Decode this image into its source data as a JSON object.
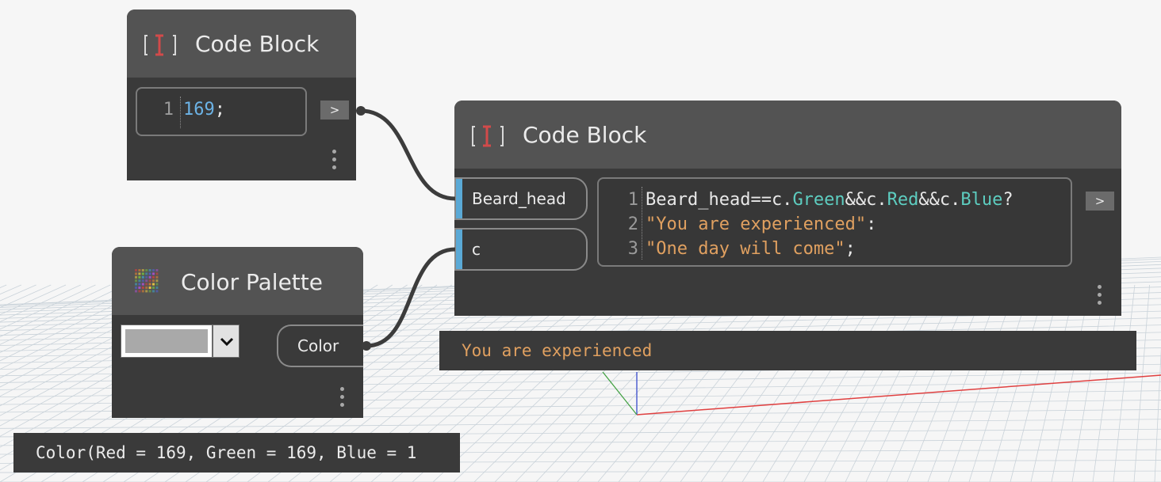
{
  "code_block_top": {
    "title": "Code Block",
    "icon": "code-block-icon",
    "line_number": "1",
    "code_number": "169",
    "code_end": ";",
    "output_label": ">"
  },
  "code_block_main": {
    "title": "Code Block",
    "icon": "code-block-icon",
    "inputs": [
      "Beard_head",
      "c"
    ],
    "lines": [
      {
        "n": "1",
        "parts": [
          "Beard_head==c.",
          "Green",
          "&&c.",
          "Red",
          "&&c.",
          "Blue",
          "?"
        ]
      },
      {
        "n": "2",
        "parts": [
          "\"You are experienced\"",
          ":"
        ]
      },
      {
        "n": "3",
        "parts": [
          "\"One day will come\"",
          ";"
        ]
      }
    ],
    "output_label": ">",
    "preview": "You are experienced"
  },
  "color_palette": {
    "title": "Color Palette",
    "icon": "color-palette-icon",
    "selected_color": "#a9a9a9",
    "output_port": "Color",
    "preview": "Color(Red = 169, Green = 169, Blue = 1"
  },
  "colors": {
    "node_body": "#3a3a3a",
    "node_header": "#535353",
    "number": "#6cb3e6",
    "string": "#e0a060",
    "property": "#5dcdc0",
    "port_accent": "#5aa9d6"
  }
}
